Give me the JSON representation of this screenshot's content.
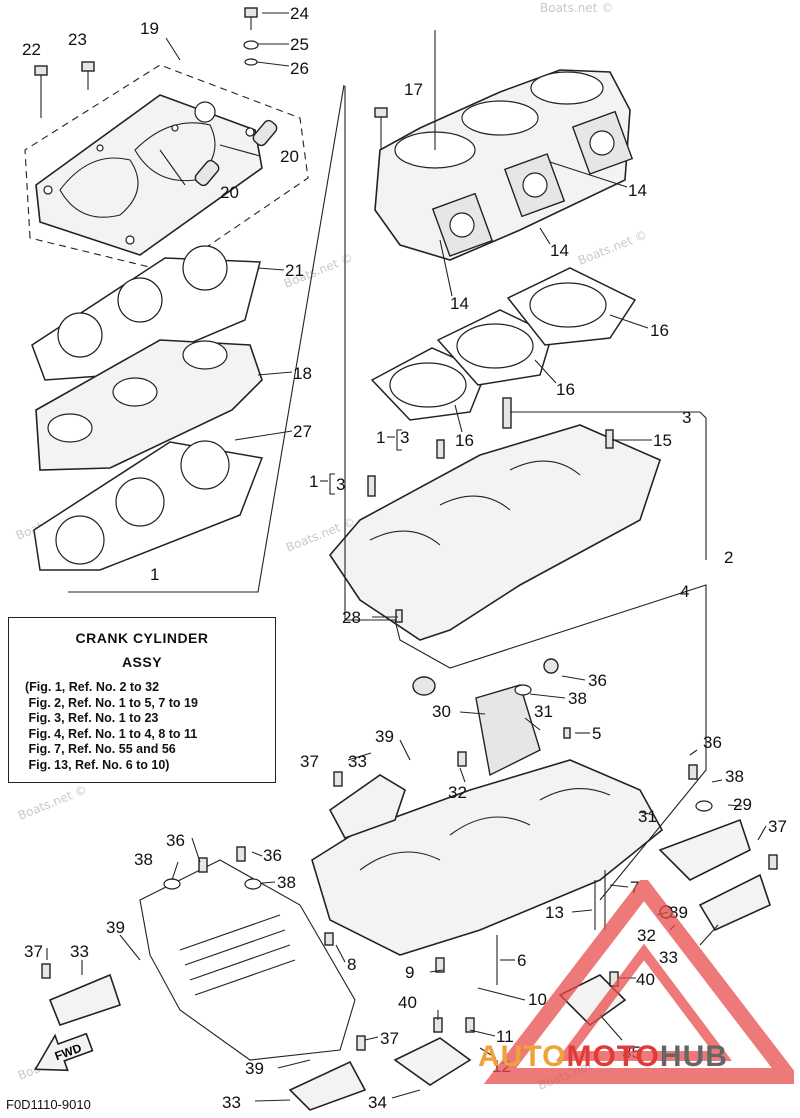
{
  "info_box": {
    "title": "CRANK CYLINDER",
    "subtitle": "ASSY",
    "lines": [
      "(Fig. 1, Ref. No. 2 to 32",
      " Fig. 2, Ref. No. 1 to 5, 7 to 19",
      " Fig. 3, Ref. No. 1 to 23",
      " Fig. 4, Ref. No. 1 to 4, 8 to 11",
      " Fig. 7, Ref. No. 55 and 56",
      " Fig. 13, Ref. No. 6 to 10)"
    ]
  },
  "figure_code": "F0D1110-9010",
  "watermark": "Boats.net ©",
  "logo": {
    "part1": "AUTO",
    "part2": "MOTO",
    "part3": "HUB",
    "colors": {
      "part1": "#f0a23a",
      "part2": "#e03b3b",
      "part3": "#666666",
      "triangle": "#e84c4c"
    }
  },
  "fwd_label": "FWD",
  "callouts": [
    {
      "id": "c24",
      "text": "24"
    },
    {
      "id": "c25",
      "text": "25"
    },
    {
      "id": "c26",
      "text": "26"
    },
    {
      "id": "c22",
      "text": "22"
    },
    {
      "id": "c23",
      "text": "23"
    },
    {
      "id": "c19",
      "text": "19"
    },
    {
      "id": "c17",
      "text": "17"
    },
    {
      "id": "c20a",
      "text": "20"
    },
    {
      "id": "c20b",
      "text": "20"
    },
    {
      "id": "c14a",
      "text": "14"
    },
    {
      "id": "c14b",
      "text": "14"
    },
    {
      "id": "c14c",
      "text": "14"
    },
    {
      "id": "c21",
      "text": "21"
    },
    {
      "id": "c16a",
      "text": "16"
    },
    {
      "id": "c16b",
      "text": "16"
    },
    {
      "id": "c16c",
      "text": "16"
    },
    {
      "id": "c18",
      "text": "18"
    },
    {
      "id": "c3a",
      "text": "3"
    },
    {
      "id": "c1_3a",
      "text": "1"
    },
    {
      "id": "c3b",
      "text": "3"
    },
    {
      "id": "c15",
      "text": "15"
    },
    {
      "id": "c27",
      "text": "27"
    },
    {
      "id": "c1_3b",
      "text": "1"
    },
    {
      "id": "c3c",
      "text": "3"
    },
    {
      "id": "c2",
      "text": "2"
    },
    {
      "id": "c1",
      "text": "1"
    },
    {
      "id": "c4",
      "text": "4"
    },
    {
      "id": "c28",
      "text": "28"
    },
    {
      "id": "c36a",
      "text": "36"
    },
    {
      "id": "c38a",
      "text": "38"
    },
    {
      "id": "c30",
      "text": "30"
    },
    {
      "id": "c31a",
      "text": "31"
    },
    {
      "id": "c5",
      "text": "5"
    },
    {
      "id": "c37a",
      "text": "37"
    },
    {
      "id": "c33a",
      "text": "33"
    },
    {
      "id": "c39a",
      "text": "39"
    },
    {
      "id": "c32a",
      "text": "32"
    },
    {
      "id": "c36b",
      "text": "36"
    },
    {
      "id": "c38b",
      "text": "38"
    },
    {
      "id": "c31b",
      "text": "31"
    },
    {
      "id": "c29",
      "text": "29"
    },
    {
      "id": "c37b",
      "text": "37"
    },
    {
      "id": "c36c",
      "text": "36"
    },
    {
      "id": "c38c",
      "text": "38"
    },
    {
      "id": "c36d",
      "text": "36"
    },
    {
      "id": "c38d",
      "text": "38"
    },
    {
      "id": "c7",
      "text": "7"
    },
    {
      "id": "c13",
      "text": "13"
    },
    {
      "id": "c39b",
      "text": "39"
    },
    {
      "id": "c32b",
      "text": "32"
    },
    {
      "id": "c33b",
      "text": "33"
    },
    {
      "id": "c39c",
      "text": "39"
    },
    {
      "id": "c37c",
      "text": "37"
    },
    {
      "id": "c33c",
      "text": "33"
    },
    {
      "id": "c8",
      "text": "8"
    },
    {
      "id": "c6",
      "text": "6"
    },
    {
      "id": "c9",
      "text": "9"
    },
    {
      "id": "c40a",
      "text": "40"
    },
    {
      "id": "c10",
      "text": "10"
    },
    {
      "id": "c40b",
      "text": "40"
    },
    {
      "id": "c11",
      "text": "11"
    },
    {
      "id": "c35",
      "text": "35"
    },
    {
      "id": "c37d",
      "text": "37"
    },
    {
      "id": "c39d",
      "text": "39"
    },
    {
      "id": "c12",
      "text": "12"
    },
    {
      "id": "c33d",
      "text": "33"
    },
    {
      "id": "c34",
      "text": "34"
    }
  ]
}
